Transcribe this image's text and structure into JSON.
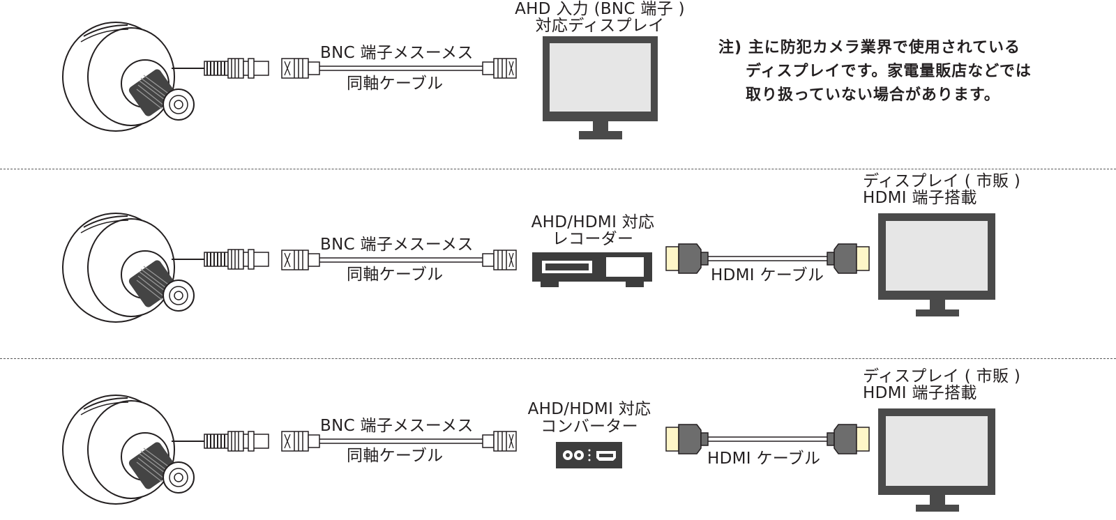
{
  "rows": [
    {
      "cable_name": "BNC 端子メスーメス",
      "cable_type": "同軸ケーブル",
      "device_line1": "AHD 入力 (BNC 端子 )",
      "device_line2": "対応ディスプレイ"
    },
    {
      "cable_name": "BNC 端子メスーメス",
      "cable_type": "同軸ケーブル",
      "device_line1": "AHD/HDMI 対応",
      "device_line2": "レコーダー",
      "hdmi_cable": "HDMI ケーブル",
      "display_line1": "ディスプレイ ( 市販 )",
      "display_line2": "HDMI 端子搭載"
    },
    {
      "cable_name": "BNC 端子メスーメス",
      "cable_type": "同軸ケーブル",
      "device_line1": "AHD/HDMI 対応",
      "device_line2": "コンバーター",
      "hdmi_cable": "HDMI ケーブル",
      "display_line1": "ディスプレイ ( 市販 )",
      "display_line2": "HDMI 端子搭載"
    }
  ],
  "note": {
    "line1": "注) 主に防犯カメラ業界で使用されている",
    "line2": "ディスプレイです。家電量販店などでは",
    "line3": "取り扱っていない場合があります。"
  }
}
